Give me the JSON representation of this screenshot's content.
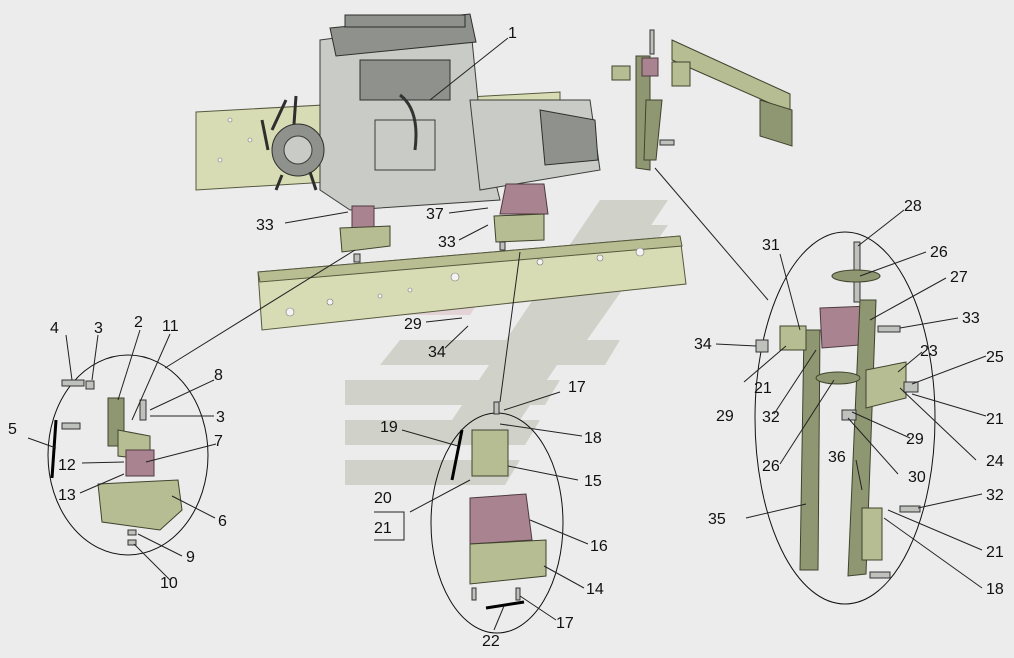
{
  "callouts": [
    {
      "id": "c1",
      "text": "1"
    },
    {
      "id": "c2",
      "text": "2"
    },
    {
      "id": "c3a",
      "text": "3"
    },
    {
      "id": "c3b",
      "text": "3"
    },
    {
      "id": "c4",
      "text": "4"
    },
    {
      "id": "c5",
      "text": "5"
    },
    {
      "id": "c6",
      "text": "6"
    },
    {
      "id": "c7",
      "text": "7"
    },
    {
      "id": "c8",
      "text": "8"
    },
    {
      "id": "c9",
      "text": "9"
    },
    {
      "id": "c10",
      "text": "10"
    },
    {
      "id": "c11",
      "text": "11"
    },
    {
      "id": "c12",
      "text": "12"
    },
    {
      "id": "c13",
      "text": "13"
    },
    {
      "id": "c14",
      "text": "14"
    },
    {
      "id": "c15",
      "text": "15"
    },
    {
      "id": "c16",
      "text": "16"
    },
    {
      "id": "c17a",
      "text": "17"
    },
    {
      "id": "c17b",
      "text": "17"
    },
    {
      "id": "c18a",
      "text": "18"
    },
    {
      "id": "c18b",
      "text": "18"
    },
    {
      "id": "c19",
      "text": "19"
    },
    {
      "id": "c20",
      "text": "20"
    },
    {
      "id": "c21a",
      "text": "21"
    },
    {
      "id": "c21b",
      "text": "21"
    },
    {
      "id": "c21c",
      "text": "21"
    },
    {
      "id": "c21d",
      "text": "21"
    },
    {
      "id": "c22",
      "text": "22"
    },
    {
      "id": "c23",
      "text": "23"
    },
    {
      "id": "c24",
      "text": "24"
    },
    {
      "id": "c25",
      "text": "25"
    },
    {
      "id": "c26a",
      "text": "26"
    },
    {
      "id": "c26b",
      "text": "26"
    },
    {
      "id": "c27",
      "text": "27"
    },
    {
      "id": "c28",
      "text": "28"
    },
    {
      "id": "c29a",
      "text": "29"
    },
    {
      "id": "c29b",
      "text": "29"
    },
    {
      "id": "c29c",
      "text": "29"
    },
    {
      "id": "c30",
      "text": "30"
    },
    {
      "id": "c31",
      "text": "31"
    },
    {
      "id": "c32a",
      "text": "32"
    },
    {
      "id": "c32b",
      "text": "32"
    },
    {
      "id": "c33a",
      "text": "33"
    },
    {
      "id": "c33b",
      "text": "33"
    },
    {
      "id": "c33c",
      "text": "33"
    },
    {
      "id": "c34a",
      "text": "34"
    },
    {
      "id": "c34b",
      "text": "34"
    },
    {
      "id": "c35",
      "text": "35"
    },
    {
      "id": "c36",
      "text": "36"
    },
    {
      "id": "c37",
      "text": "37"
    }
  ],
  "colors": {
    "background": "#ececec",
    "frame": "#d7dcb4",
    "bracket": "#8f9772",
    "cushion": "#a98490",
    "engine": "#c9cbc6"
  }
}
